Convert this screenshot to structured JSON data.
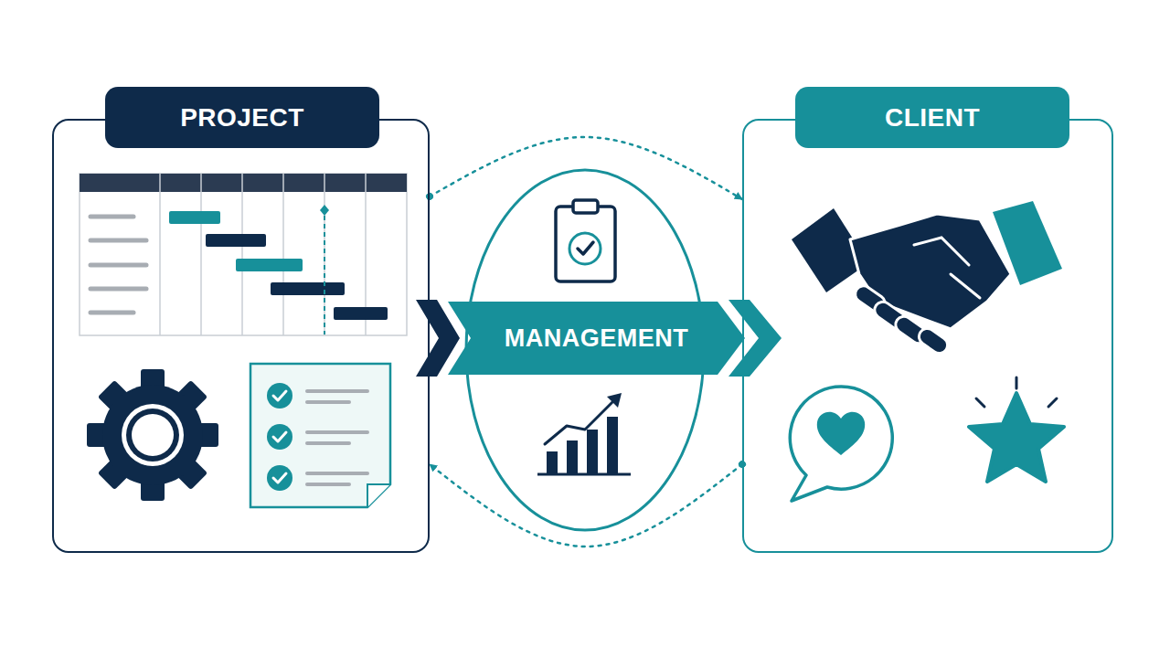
{
  "diagram": {
    "nodes": [
      {
        "text": [
          "PROJECT"
        ]
      },
      {
        "text": [
          "MANAGEMENT"
        ]
      },
      {
        "text": [
          "CLIENT"
        ]
      }
    ],
    "edges": [
      {
        "from": 0,
        "to": 2,
        "arrow": "to"
      },
      {
        "from": 2,
        "to": 0,
        "arrow": "to"
      }
    ]
  }
}
